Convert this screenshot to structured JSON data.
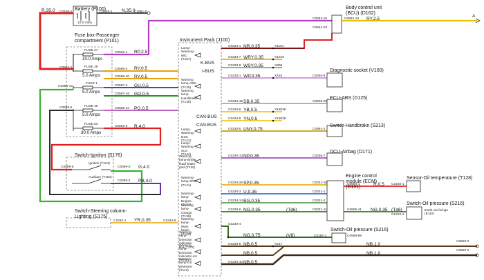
{
  "battery": {
    "title": "Battery (P100)",
    "voltage": "12.0 Volts",
    "c_left": "C0100-1",
    "c_right": "C0045-1",
    "ground": "C1851-0"
  },
  "fusebox": {
    "title": "Fuse box-Passenger compartment (P101)",
    "fuses": [
      {
        "name": "FUSE 27",
        "amps": "10.0 Amps"
      },
      {
        "name": "FUSE 28",
        "amps": "5.0 Amps"
      },
      {
        "name": "FUSE 1",
        "amps": "5.0 Amps"
      },
      {
        "name": "FUSE 45",
        "amps": "5.0 Amps"
      },
      {
        "name": "FUSE 53",
        "amps": "30.0 Amps"
      }
    ],
    "c_in1": "C0632-1",
    "c_in2": "C0585-10",
    "c_in3": "C0585-5",
    "c_out": [
      "C0582-1",
      "C0586-4",
      "C0586-20",
      "C0587-3",
      "C0587-16",
      "C0586-24",
      "C0583-5"
    ]
  },
  "wires": {
    "r35": "R,35.0",
    "n35": "N,35.0",
    "rp25": "RP,2.5",
    "ry05": "RY,0.5",
    "gu05": "GU,0.5",
    "go05": "GO,0.5",
    "pg05": "PG,0.5",
    "r40": "R,4.0",
    "g40": "G,4.0",
    "pb40": "PB,4.0",
    "yr035": "YR,0.35",
    "ry25": "RY,2.5",
    "nr035": "NR,0.35",
    "wry035": "WRY,0.35",
    "wsy035": "WSY,0.35",
    "wp035": "WP,0.35",
    "sb035": "SB,0.35",
    "yb05": "YB,0.5",
    "yn05": "YN,0.5",
    "uny075": "UNY,0.75",
    "np035": "NP,0.35",
    "sp035": "SP,0.35",
    "u035": "U,0.35",
    "bg035": "BG,0.35",
    "ng035": "NG,0.35",
    "td6": "(Td6)",
    "ng075": "NG,0.75",
    "v8": "(V8)",
    "nb05": "NB,0.5",
    "nb10": "NB,1.0",
    "r05": "R,0.5"
  },
  "ignition": {
    "title": "Switch-Ignition (S176)",
    "ignition_label": "Ignition (T104)",
    "aux_label": "Auxiliary (T163)",
    "c1": "C0099-6",
    "c2": "C0099-0",
    "c3": "C0099-2"
  },
  "steering": {
    "title": "Switch-Steering column-Lighting (S175)",
    "c": "C1632-1",
    "c_out": "C0234-9"
  },
  "cluster": {
    "title": "Instrument Pack (J100)",
    "kbus": "K-BUS",
    "ibus": "I-BUS",
    "canbus1": "CAN-BUS",
    "canbus2": "CAN.BUS",
    "warnings": [
      "Lamp-Warning-MIC (T167)",
      "Warning lamp-ABS (T125)",
      "Warning lamp-Handbrake (T146)",
      "Lamp-Warning-DSC (T141)",
      "Lamp-Warning-SLS (T144)",
      "Warning lamp-Brake fluid/ brake pad (T130)",
      "Warning-lamp-SRS (T141)",
      "Warning-lamp-Engine (T137)",
      "Warning lamp-Charge (T138)",
      "Warning-lamp-Main beam (T128)",
      "Warning-lamp-Direction indicator-RH (T127)",
      "Warning-lamp-Direction indicator-LH (T126)",
      "Warning lamp-Oil pressure (T113)"
    ],
    "c_left": [
      "C0234-1",
      "C0233-7",
      "C0233-8",
      "C0233-1",
      "C0233-15",
      "C0234-8",
      "C0234-9",
      "C0230-5",
      "C0230-13",
      "C0234-25",
      "C0230-3",
      "C0234-14",
      "C0233-6",
      "C0230-4",
      "C0233-5",
      "C0233-10"
    ],
    "splices": [
      "X1101",
      "X1016",
      "X309",
      "X183",
      "X1803K",
      "X1803K",
      "X217"
    ]
  },
  "bcu": {
    "title": "Body control unit (BCU) (D162)",
    "c1": "C0662-10",
    "c2": "C0661-23",
    "c3": "C0662-13",
    "out": "A"
  },
  "diag": {
    "title": "Diagnostic socket (V100)",
    "c": "C0040-8"
  },
  "abs": {
    "title": "ECU-ABS (D125)",
    "c": "C0508-20"
  },
  "handbrake": {
    "title": "Switch-Handbrake (S213)",
    "c": "C0991-1"
  },
  "airbag": {
    "title": "DCU-Airbag (D171)",
    "c": "C0256-7"
  },
  "ecm": {
    "title": "Engine control module (ECM) (D131)",
    "c1": "C0331-16",
    "c2": "C0331-1",
    "c3": "C0331-2",
    "c4": "C0331-11",
    "c5": "C0604-1",
    "c6": "C0606-41"
  },
  "oiltemp": {
    "title": "Sensor-Oil temperature (T128)",
    "c": "C1540-1"
  },
  "oilpress": {
    "title": "Switch-Oil pressure (S216)",
    "c": "C1216-1",
    "ground": "Earth via fixings (E110)"
  },
  "oilpress2": {
    "title": "Switch-Oil pressure (S216)",
    "c": "C0187-1",
    "c2": "C0558-99"
  },
  "grounds": {
    "g1": "C0550-0",
    "g2": "C0550-0"
  }
}
